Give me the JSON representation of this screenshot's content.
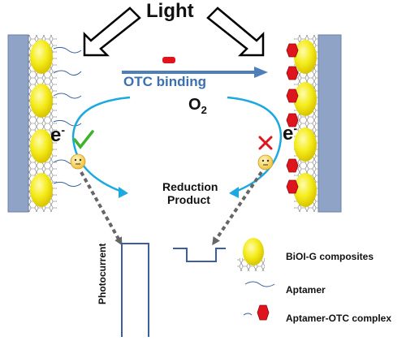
{
  "title": "Light",
  "binding_label": "OTC binding",
  "oxygen": {
    "base": "O",
    "subscript": "2"
  },
  "electron": {
    "base": "e",
    "superscript": "-"
  },
  "reduction_product": {
    "line1": "Reduction",
    "line2": "Product"
  },
  "photocurrent_label": "Photocurrent",
  "legend": [
    {
      "label": "BiOI-G composites",
      "icon": "yellow-sphere"
    },
    {
      "label": "Aptamer",
      "icon": "wavy-line"
    },
    {
      "label": "Aptamer-OTC complex",
      "icon": "red-hexagon"
    }
  ],
  "status": {
    "left": "check-mark",
    "right": "cross-mark"
  },
  "colors": {
    "electrode": "#8ea3c6",
    "composite": "#f4ec1a",
    "otc": "#e0141c",
    "arrow": "#4f7fb8",
    "cycle": "#1ca8e0",
    "signal": "#3b5f9e"
  }
}
